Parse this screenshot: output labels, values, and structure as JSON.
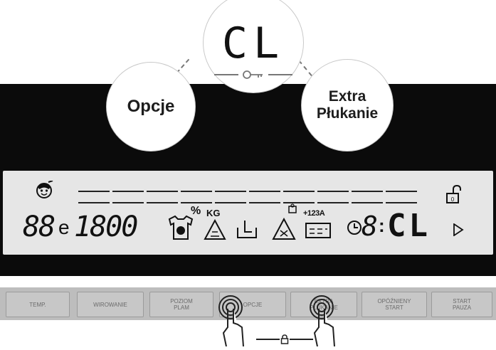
{
  "callouts": {
    "options": "Opcje",
    "extra_rinse_line1": "Extra",
    "extra_rinse_line2": "Płukanie"
  },
  "key_display": {
    "code": "CL"
  },
  "lcd": {
    "digits_left": "88",
    "spin_speed": "1800",
    "percent": "%",
    "kg": "KG",
    "delay_digit": "8",
    "code": "CL",
    "add_label": "+123A"
  },
  "buttons": [
    {
      "label": "TEMP."
    },
    {
      "label": "WIROWANIE"
    },
    {
      "label": "POZIOM PLAM"
    },
    {
      "label": "OPCJE"
    },
    {
      "label": "EXTRA PŁUKANIE"
    },
    {
      "label": "OPÓŹNIENY START"
    },
    {
      "label": "START PAUZA"
    }
  ],
  "colors": {
    "panel": "#0b0b0b",
    "lcd": "#e6e6e6",
    "button": "#c7c7c7"
  }
}
